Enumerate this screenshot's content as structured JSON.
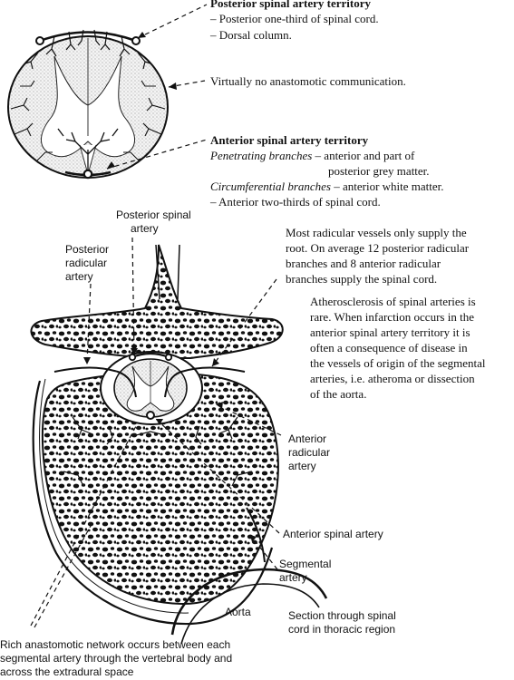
{
  "top_section": {
    "posterior_territory": {
      "title": "Posterior spinal artery territory",
      "line1": "– Posterior one-third of spinal cord.",
      "line2": "– Dorsal column."
    },
    "anastomotic_note": "Virtually no anastomotic communication.",
    "anterior_territory": {
      "title": "Anterior spinal artery territory",
      "penetrating_label": "Penetrating branches",
      "penetrating_text": " – anterior and part of",
      "penetrating_cont": "posterior grey matter.",
      "circumferential_label": "Circumferential branches",
      "circumferential_text": " – anterior white matter.",
      "line_last": "– Anterior two-thirds of spinal cord."
    }
  },
  "bottom_section": {
    "labels": {
      "posterior_spinal_artery_1": "Posterior spinal",
      "posterior_spinal_artery_2": "artery",
      "posterior_radicular_1": "Posterior",
      "posterior_radicular_2": "radicular",
      "posterior_radicular_3": "artery",
      "anterior_radicular_1": "Anterior",
      "anterior_radicular_2": "radicular",
      "anterior_radicular_3": "artery",
      "anterior_spinal_artery": "Anterior spinal artery",
      "segmental_1": "Segmental",
      "segmental_2": "artery",
      "aorta": "Aorta",
      "section_1": "Section through spinal",
      "section_2": "cord in thoracic region",
      "rich_1": "Rich anastomotic network occurs between each",
      "rich_2": "segmental artery through the vertebral body and",
      "rich_3": "across the extradural space"
    },
    "notes": {
      "radicular_1": "Most radicular vessels only supply the",
      "radicular_2": "root. On average 12 posterior radicular",
      "radicular_3": "branches and 8 anterior radicular",
      "radicular_4": "branches supply the spinal cord.",
      "athero_1": "Atherosclerosis of spinal arteries is",
      "athero_2": "rare. When infarction occurs in the",
      "athero_3": "anterior spinal artery territory it is",
      "athero_4": "often a consequence of disease in",
      "athero_5": "the vessels of origin of the segmental",
      "athero_6": "arteries, i.e. atheroma or dissection",
      "athero_7": "of the aorta."
    }
  }
}
